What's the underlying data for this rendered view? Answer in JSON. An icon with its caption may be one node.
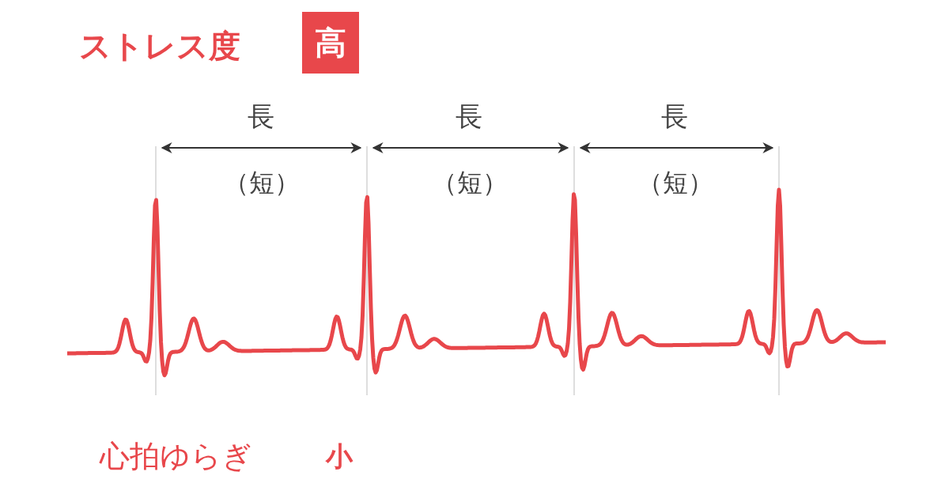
{
  "diagram": {
    "labels": [
      "ストレス度",
      "高",
      "長",
      "（短）",
      "長",
      "（短）",
      "長",
      "（短）",
      "心拍ゆらぎ",
      "小"
    ]
  }
}
